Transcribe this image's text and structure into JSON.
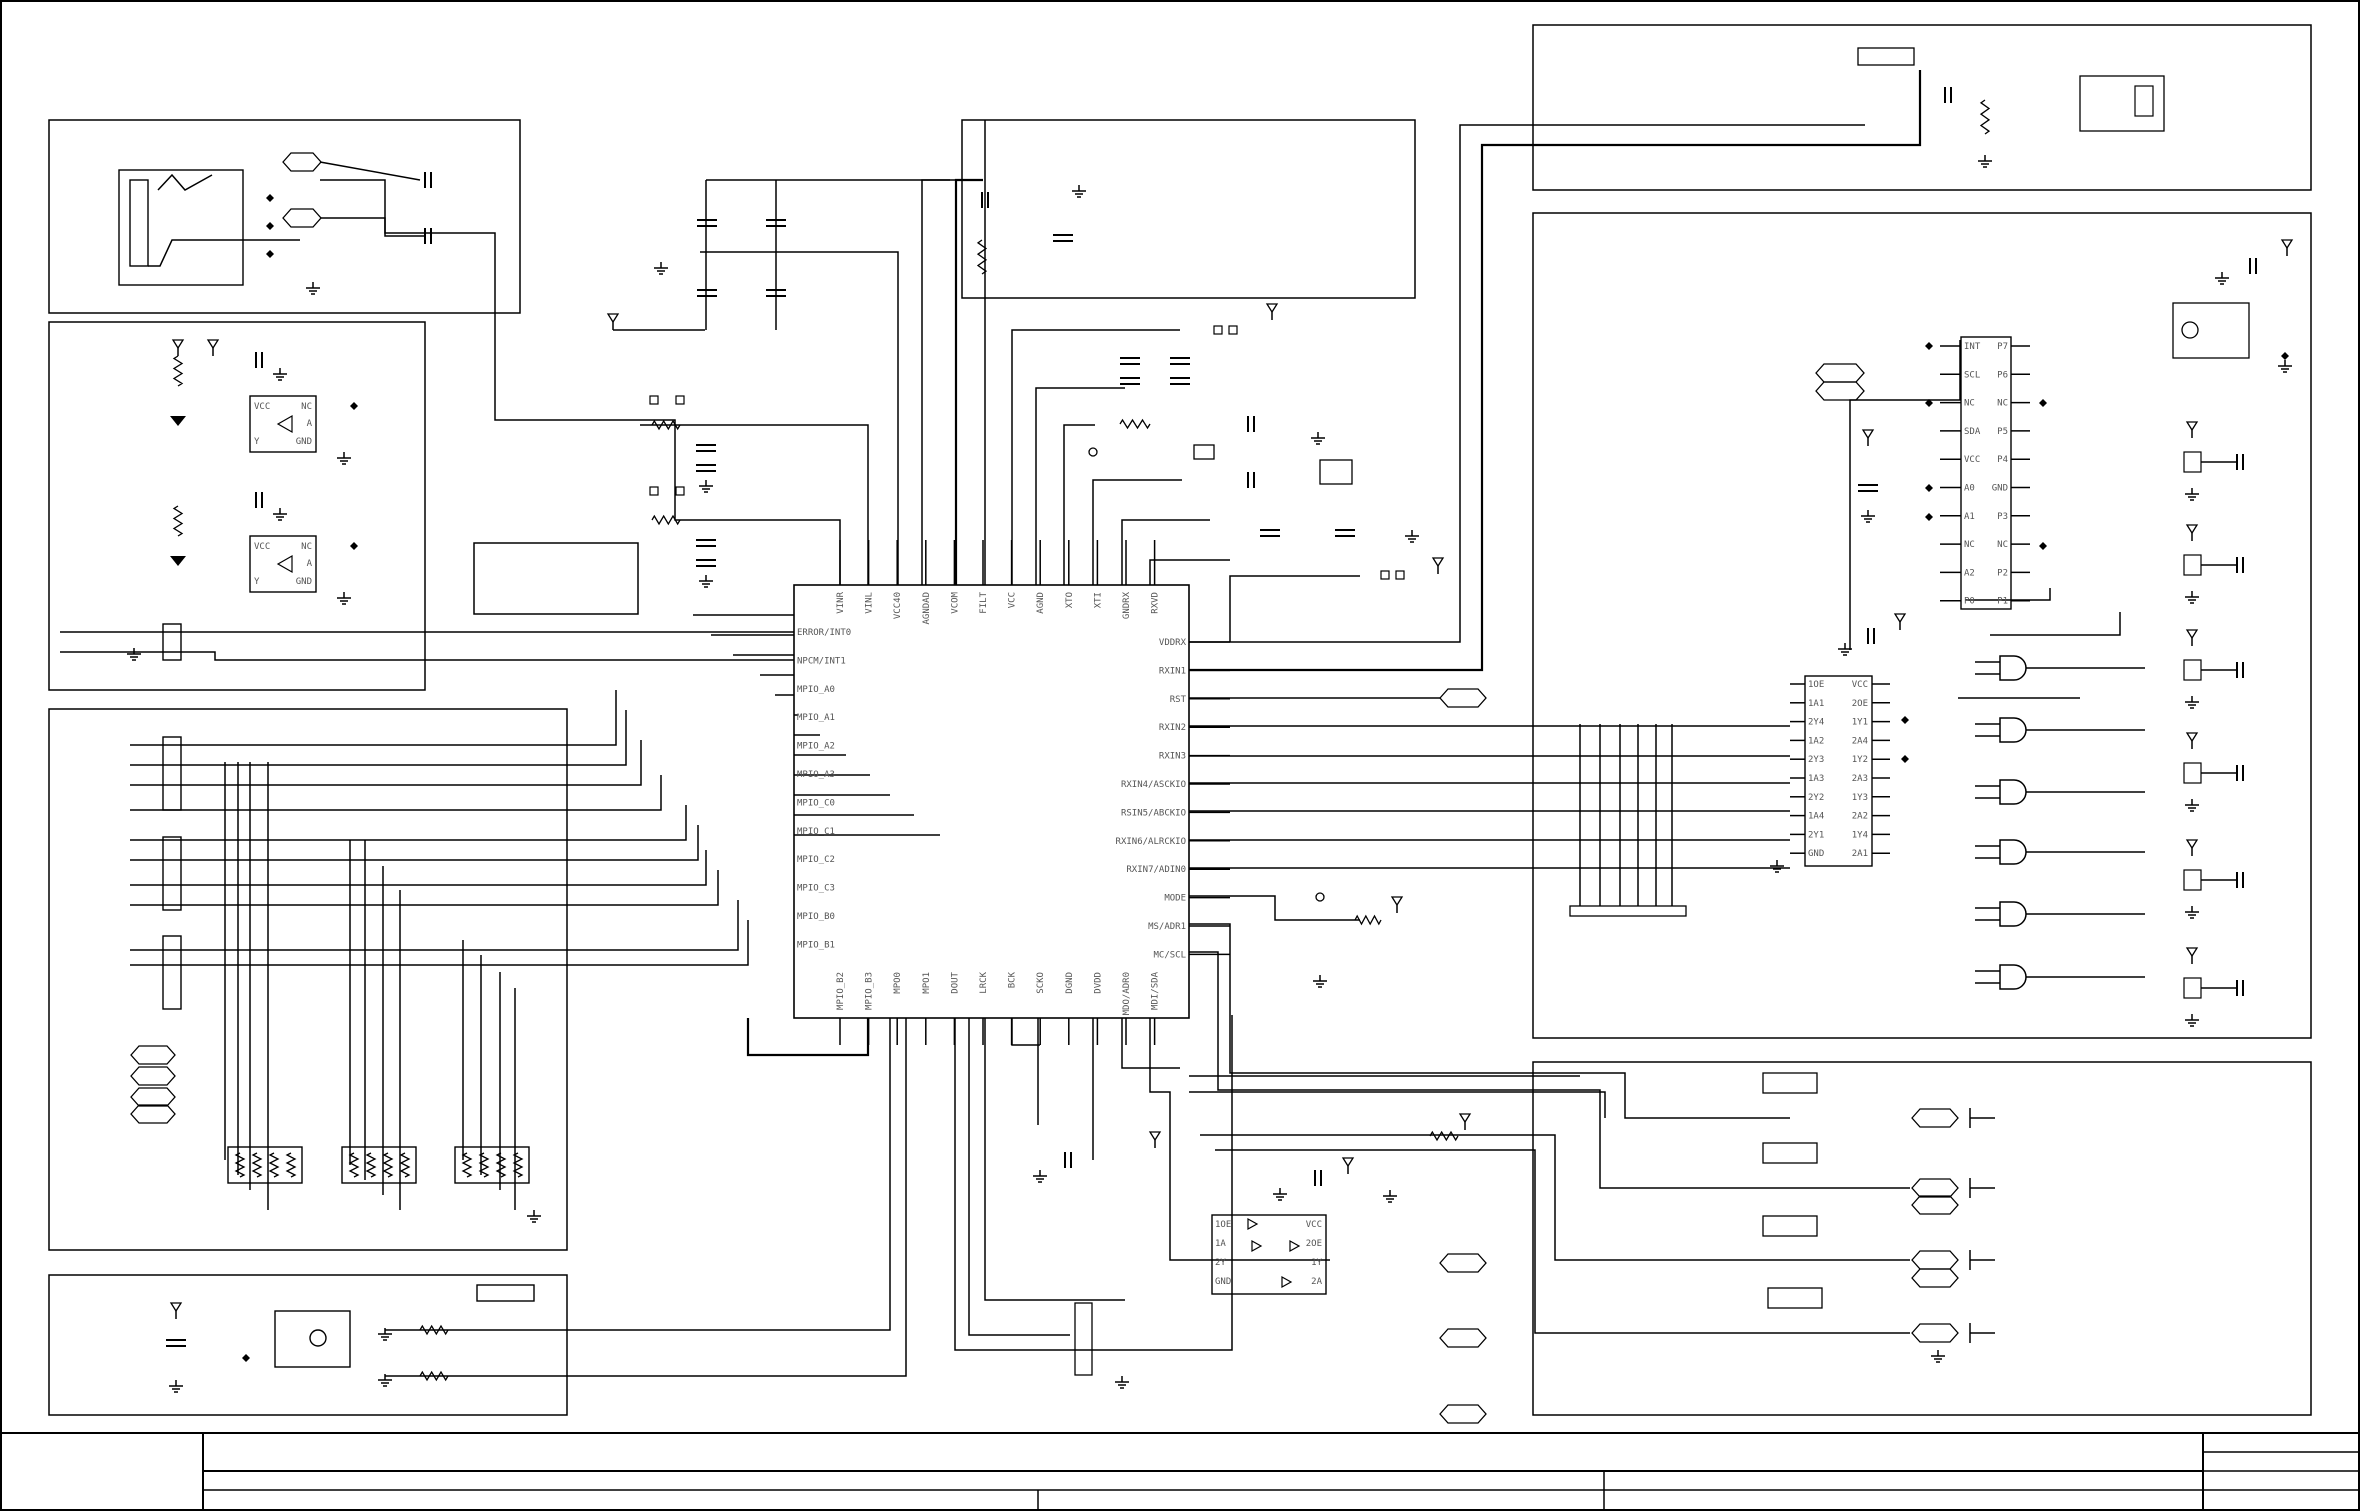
{
  "colors": {
    "line": "#000000",
    "pin_text": "#555555",
    "background": "#ffffff"
  },
  "chip": {
    "top_pins": [
      "VINR",
      "VINL",
      "VCC40",
      "AGNDAD",
      "VCOM",
      "FILT",
      "VCC",
      "AGND",
      "XTO",
      "XTI",
      "GNDRX",
      "RXVD"
    ],
    "left_pins": [
      "ERROR/INT0",
      "NPCM/INT1",
      "MPIO_A0",
      "MPIO_A1",
      "MPIO_A2",
      "MPIO_A3",
      "MPIO_C0",
      "MPIO_C1",
      "MPIO_C2",
      "MPIO_C3",
      "MPIO_B0",
      "MPIO_B1"
    ],
    "right_pins": [
      "VDDRX",
      "RXIN1",
      "RST",
      "RXIN2",
      "RXIN3",
      "RXIN4/ASCKIO",
      "RSIN5/ABCKIO",
      "RXIN6/ALRCKIO",
      "RXIN7/ADIN0",
      "MODE",
      "MS/ADR1",
      "MC/SCL"
    ],
    "bottom_pins": [
      "MPIO_B2",
      "MPIO_B3",
      "MPO0",
      "MPO1",
      "DOUT",
      "LRCK",
      "BCK",
      "SCKO",
      "DGND",
      "DVDD",
      "MDO/ADR0",
      "MDI/SDA"
    ]
  },
  "expander": {
    "left": [
      "INT",
      "SCL",
      "NC",
      "SDA",
      "VCC",
      "A0",
      "A1",
      "NC",
      "A2",
      "P0"
    ],
    "right": [
      "P7",
      "P6",
      "NC",
      "P5",
      "P4",
      "GND",
      "P3",
      "NC",
      "P2",
      "P1"
    ]
  },
  "buffer": {
    "left": [
      "1OE",
      "1A1",
      "2Y4",
      "1A2",
      "2Y3",
      "1A3",
      "2Y2",
      "1A4",
      "2Y1",
      "GND"
    ],
    "right": [
      "VCC",
      "2OE",
      "1Y1",
      "2A4",
      "1Y2",
      "2A3",
      "1Y3",
      "2A2",
      "1Y4",
      "2A1"
    ]
  },
  "small_buffer": {
    "left": [
      "1OE",
      "1A",
      "2Y",
      "GND"
    ],
    "right": [
      "VCC",
      "2OE",
      "1Y",
      "2A"
    ]
  },
  "optocoupler": {
    "labels": [
      "VCC",
      "NC",
      "A",
      "Y",
      "GND"
    ]
  }
}
